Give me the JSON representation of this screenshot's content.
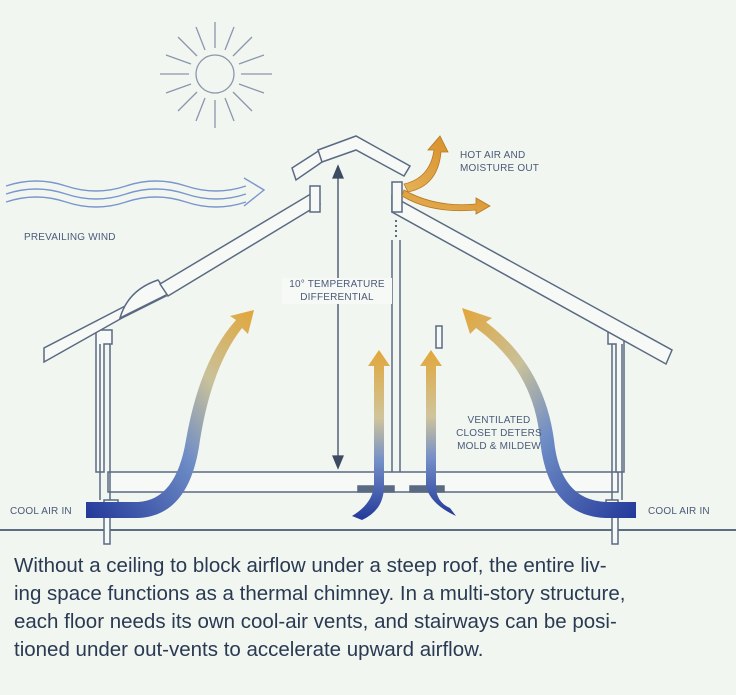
{
  "labels": {
    "hot_air_line1": "HOT AIR AND",
    "hot_air_line2": "MOISTURE OUT",
    "prevailing_wind": "PREVAILING WIND",
    "temperature_line1": "10° TEMPERATURE",
    "temperature_line2": "DIFFERENTIAL",
    "closet_line1": "VENTILATED",
    "closet_line2": "CLOSET DETERS",
    "closet_line3": "MOLD & MILDEW",
    "cool_air_left": "COOL AIR IN",
    "cool_air_right": "COOL AIR IN"
  },
  "caption": {
    "line1": "Without a ceiling to block airflow under a steep roof, the entire liv-",
    "line2": "ing space functions as a thermal chimney. In a multi-story structure,",
    "line3": "each floor needs its own cool-air vents, and stairways can be posi-",
    "line4": "tioned under out-vents to accelerate upward airflow."
  },
  "colors": {
    "warm_air": "#e0a23a",
    "cool_air": "#2c4aa0",
    "structure_line": "#5a6a82",
    "wind": "#7a96cc"
  }
}
